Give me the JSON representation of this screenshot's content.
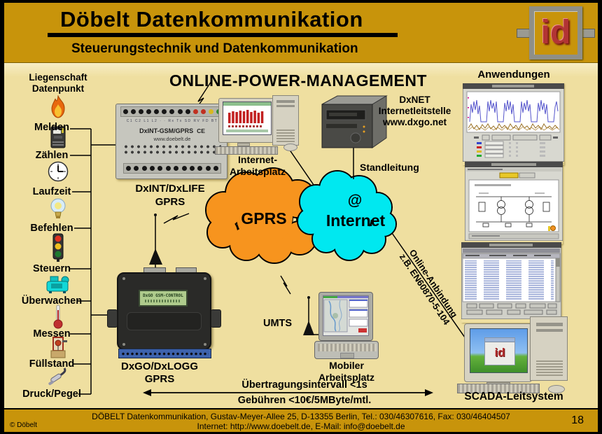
{
  "slide": {
    "header": {
      "title": "Döbelt Datenkommunikation",
      "subtitle": "Steuerungstechnik und Datenkommunikation",
      "logo_text": "id"
    },
    "footer": {
      "address_line": "DÖBELT Datenkommunikation, Gustav-Meyer-Allee 25, D-13355 Berlin, Tel.: 030/46307616, Fax: 030/46404507",
      "contact_line": "Internet: http://www.doebelt.de, E-Mail: info@doebelt.de",
      "copyright": "© Döbelt",
      "page_number": "18"
    }
  },
  "diagram": {
    "title": "ONLINE-POWER-MANAGEMENT",
    "datapoints": {
      "heading_line1": "Liegenschaft",
      "heading_line2": "Datenpunkt",
      "items": [
        {
          "icon": "fire-icon",
          "label": "Melden"
        },
        {
          "icon": "meter-icon",
          "label": "Zählen"
        },
        {
          "icon": "clock-icon",
          "label": "Laufzeit"
        },
        {
          "icon": "bulb-icon",
          "label": "Befehlen"
        },
        {
          "icon": "traffic-light-icon",
          "label": "Steuern"
        },
        {
          "icon": "compressor-icon",
          "label": "Überwachen"
        },
        {
          "icon": "thermometer-icon",
          "label": "Messen"
        },
        {
          "icon": "winch-icon",
          "label": "Füllstand"
        },
        {
          "icon": "probe-icon",
          "label": "Druck/Pegel"
        }
      ]
    },
    "dxint": {
      "label_line1": "DxINT/DxLIFE",
      "label_line2": "GPRS",
      "device_title": "DxINT-GSM/GPRS",
      "device_ce": "CE",
      "device_url": "www.doebelt.de",
      "terminal_row": "C1 C2 L1 L2 · · Rx Tx SD RV FD BT"
    },
    "dxgo": {
      "label_line1": "DxGO/DxLOGG",
      "label_line2": "GPRS",
      "lcd_text": "DxGO GSM-CONTROL"
    },
    "dxnet": {
      "line1": "DxNET",
      "line2": "Internetleitstelle",
      "line3": "www.dxgo.net"
    },
    "standleitung_label": "Standleitung",
    "internet_workstation": {
      "line1": "Internet-",
      "line2": "Arbeitsplatz"
    },
    "mobile_workstation": {
      "line1": "Mobiler",
      "line2": "Arbeitsplatz"
    },
    "umts_label": "UMTS",
    "clouds": {
      "gprs": {
        "label": "GPRS",
        "color": "#F7941E"
      },
      "internet": {
        "at_symbol": "@",
        "label": "Internet",
        "color": "#00E8F0"
      }
    },
    "online_link": {
      "line1": "Online-Anbindung",
      "line2": "z.B. EN60870-5-104"
    },
    "transfer": {
      "line1": "Übertragungsintervall <1s",
      "line2": "Gebühren <10€/5MByte/mtl."
    },
    "applications_heading": "Anwendungen",
    "scada_label": "SCADA-Leitsystem",
    "scada_screen_logo": "id"
  }
}
